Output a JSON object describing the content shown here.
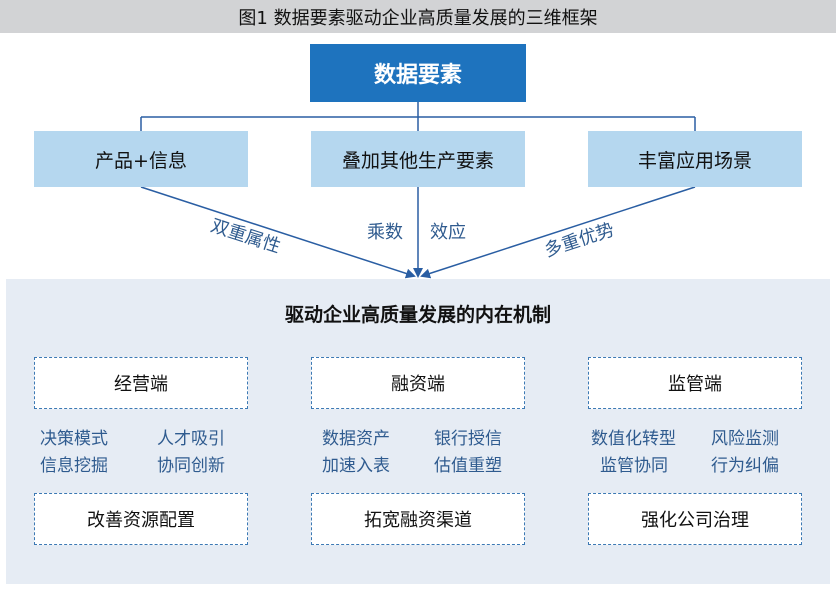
{
  "title": "图1  数据要素驱动企业高质量发展的三维框架",
  "top_node": "数据要素",
  "level2": [
    "产品+信息",
    "叠加其他生产要素",
    "丰富应用场景"
  ],
  "edge_labels": {
    "left": "双重属性",
    "center_left": "乘数",
    "center_right": "效应",
    "right": "多重优势"
  },
  "panel_title": "驱动企业高质量发展的内在机制",
  "columns": [
    {
      "head": "经营端",
      "left_lines": [
        "决策模式",
        "信息挖掘"
      ],
      "right_lines": [
        "人才吸引",
        "协同创新"
      ],
      "result": "改善资源配置"
    },
    {
      "head": "融资端",
      "left_lines": [
        "数据资产",
        "加速入表"
      ],
      "right_lines": [
        "银行授信",
        "估值重塑"
      ],
      "result": "拓宽融资渠道"
    },
    {
      "head": "监管端",
      "left_lines": [
        "数值化转型",
        "监管协同"
      ],
      "right_lines": [
        "风险监测",
        "行为纠偏"
      ],
      "result": "强化公司治理"
    }
  ],
  "colors": {
    "top": "#1e73be",
    "level2": "#b5d7ef",
    "panel": "#e6ecf4",
    "arrow": "#2a5ea3",
    "title_bar": "#d2d3d5"
  }
}
